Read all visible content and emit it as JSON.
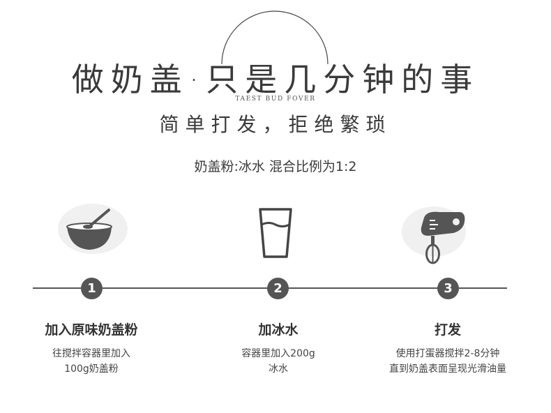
{
  "header": {
    "title": "做奶盖·只是几分钟的事",
    "english": "TAEST BUD FOVER",
    "subtitle": "简单打发，拒绝繁琐",
    "ratio": "奶盖粉:冰水 混合比例为1:2"
  },
  "steps": [
    {
      "number": "1",
      "title": "加入原味奶盖粉",
      "desc_line1": "往搅拌容器里加入",
      "desc_line2": "100g奶盖粉",
      "icon": "bowl-whisk-icon"
    },
    {
      "number": "2",
      "title": "加冰水",
      "desc_line1": "容器里加入200g",
      "desc_line2": "冰水",
      "icon": "water-glass-icon"
    },
    {
      "number": "3",
      "title": "打发",
      "desc_line1": "使用打蛋器搅拌2-8分钟",
      "desc_line2": "直到奶盖表面呈现光滑油量",
      "icon": "hand-mixer-icon"
    }
  ],
  "colors": {
    "text": "#333333",
    "icon_gray": "#555555",
    "icon_bg": "#f0f0f0"
  }
}
